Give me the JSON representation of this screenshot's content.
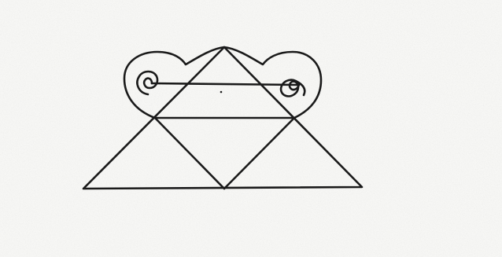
{
  "image": {
    "background_color": "#f6f6f4",
    "ink_color": "#1a1a1a",
    "speckle_color": "#c9c9c5"
  },
  "figure": {
    "shape_names": [
      "large-triangle",
      "inner-horizontal-line",
      "inner-diagonal-left",
      "inner-diagonal-right",
      "head-outline",
      "left-spiral",
      "right-spiral",
      "spiral-connector-line",
      "center-dot"
    ]
  }
}
